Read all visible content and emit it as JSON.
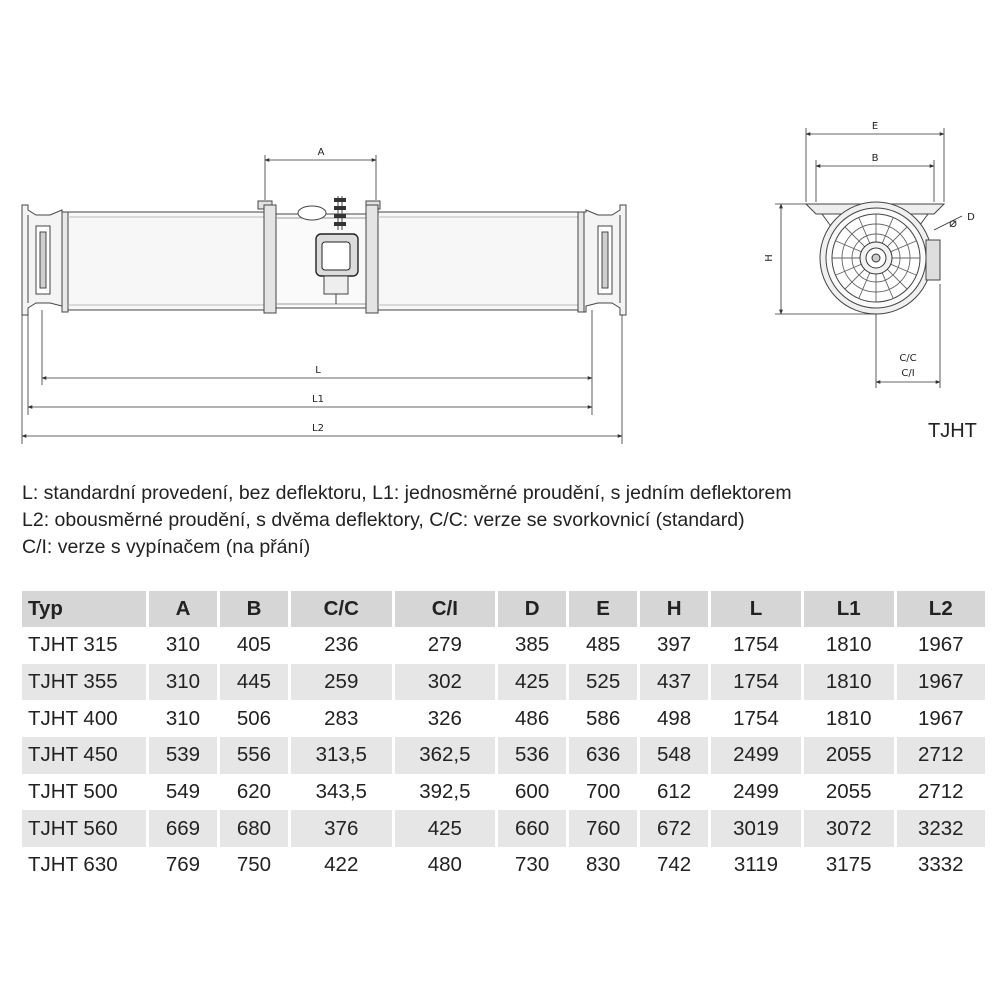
{
  "drawing": {
    "side_view_labels": {
      "a": "A",
      "l": "L",
      "l1": "L1",
      "l2": "L2"
    },
    "front_view_labels": {
      "e": "E",
      "b": "B",
      "h": "H",
      "d": "D",
      "diameter_symbol": "⌀",
      "cc": "C/C",
      "ci": "C/I"
    },
    "model": "TJHT"
  },
  "legend": [
    "L: standardní provedení, bez deflektoru, L1: jednosměrné proudění, s jedním deflektorem",
    "L2: obousměrné proudění, s dvěma deflektory, C/C: verze se svorkovnicí (standard)",
    "C/I: verze s vypínačem (na přání)"
  ],
  "table": {
    "headers": [
      "Typ",
      "A",
      "B",
      "C/C",
      "C/I",
      "D",
      "E",
      "H",
      "L",
      "L1",
      "L2"
    ],
    "rows": [
      [
        "TJHT 315",
        "310",
        "405",
        "236",
        "279",
        "385",
        "485",
        "397",
        "1754",
        "1810",
        "1967"
      ],
      [
        "TJHT 355",
        "310",
        "445",
        "259",
        "302",
        "425",
        "525",
        "437",
        "1754",
        "1810",
        "1967"
      ],
      [
        "TJHT 400",
        "310",
        "506",
        "283",
        "326",
        "486",
        "586",
        "498",
        "1754",
        "1810",
        "1967"
      ],
      [
        "TJHT 450",
        "539",
        "556",
        "313,5",
        "362,5",
        "536",
        "636",
        "548",
        "2499",
        "2055",
        "2712"
      ],
      [
        "TJHT 500",
        "549",
        "620",
        "343,5",
        "392,5",
        "600",
        "700",
        "612",
        "2499",
        "2055",
        "2712"
      ],
      [
        "TJHT 560",
        "669",
        "680",
        "376",
        "425",
        "660",
        "760",
        "672",
        "3019",
        "3072",
        "3232"
      ],
      [
        "TJHT 630",
        "769",
        "750",
        "422",
        "480",
        "730",
        "830",
        "742",
        "3119",
        "3175",
        "3332"
      ]
    ]
  }
}
